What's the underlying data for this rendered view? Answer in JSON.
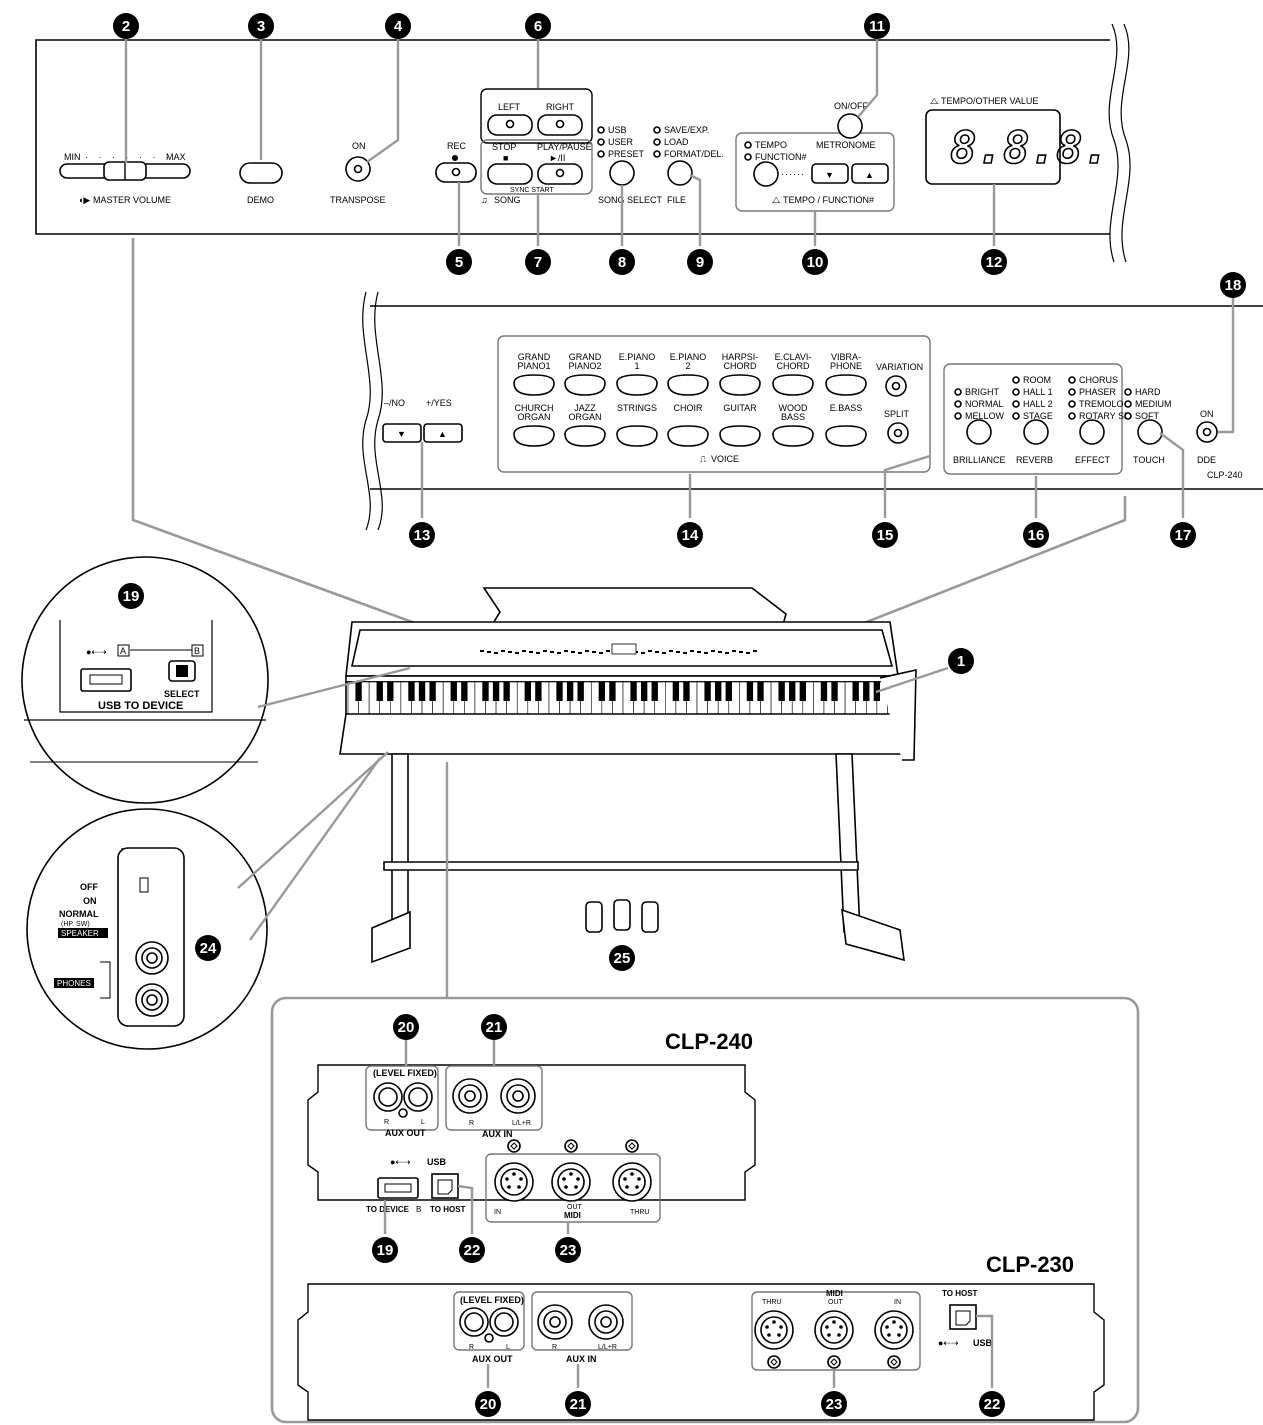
{
  "top_panel": {
    "master_volume": {
      "min": "MIN",
      "max": "MAX",
      "label": "MASTER VOLUME"
    },
    "demo": "DEMO",
    "transpose": {
      "on": "ON",
      "label": "TRANSPOSE"
    },
    "rec": "REC",
    "part": {
      "left": "LEFT",
      "right": "RIGHT"
    },
    "song": {
      "stop": "STOP",
      "play_pause": "PLAY/PAUSE",
      "sync_start": "SYNC START",
      "label": "SONG"
    },
    "song_select": {
      "usb": "USB",
      "user": "USER",
      "preset": "PRESET",
      "label": "SONG SELECT"
    },
    "file": {
      "save": "SAVE/EXP.",
      "load": "LOAD",
      "format": "FORMAT/DEL.",
      "label": "FILE"
    },
    "tempo_function": {
      "tempo": "TEMPO",
      "function": "FUNCTION#",
      "label": "TEMPO / FUNCTION#"
    },
    "metronome": {
      "on_off": "ON/OFF",
      "label": "METRONOME"
    },
    "display": {
      "label": "TEMPO/OTHER VALUE",
      "digits": "8.8.8."
    }
  },
  "voice_panel": {
    "no_yes": {
      "no": "–/NO",
      "yes": "+/YES"
    },
    "voices_row1": [
      "GRAND PIANO1",
      "GRAND PIANO2",
      "E.PIANO 1",
      "E.PIANO 2",
      "HARPSI-CHORD",
      "E.CLAVI-CHORD",
      "VIBRA-PHONE"
    ],
    "voices_row2": [
      "CHURCH ORGAN",
      "JAZZ ORGAN",
      "STRINGS",
      "CHOIR",
      "GUITAR",
      "WOOD BASS",
      "E.BASS"
    ],
    "variation": "VARIATION",
    "split": "SPLIT",
    "voice_label": "VOICE",
    "brilliance": {
      "options": [
        "BRIGHT",
        "NORMAL",
        "MELLOW"
      ],
      "label": "BRILLIANCE"
    },
    "reverb": {
      "options": [
        "ROOM",
        "HALL 1",
        "HALL 2",
        "STAGE"
      ],
      "label": "REVERB"
    },
    "effect": {
      "options": [
        "CHORUS",
        "PHASER",
        "TREMOLO",
        "ROTARY SP"
      ],
      "label": "EFFECT"
    },
    "touch": {
      "options": [
        "HARD",
        "MEDIUM",
        "SOFT"
      ],
      "label": "TOUCH"
    },
    "dde": {
      "on": "ON",
      "label": "DDE"
    },
    "model": "CLP-240"
  },
  "usb_inset": {
    "port_a": "A",
    "port_b": "B",
    "select": "SELECT",
    "label": "USB TO DEVICE"
  },
  "phones_inset": {
    "off": "OFF",
    "on": "ON",
    "normal": "NORMAL",
    "hp_sw": "(HP. SW)",
    "speaker": "SPEAKER",
    "phones": "PHONES"
  },
  "clp240_rear": {
    "title": "CLP-240",
    "level_fixed": "(LEVEL FIXED)",
    "aux_out": {
      "r": "R",
      "l": "L",
      "label": "AUX OUT"
    },
    "aux_in": {
      "r": "R",
      "l": "L/L+R",
      "label": "AUX IN"
    },
    "usb": "USB",
    "to_device": "TO DEVICE",
    "to_device_b": "B",
    "to_host": "TO HOST",
    "midi": {
      "in": "IN",
      "out": "OUT",
      "thru": "THRU",
      "label": "MIDI"
    }
  },
  "clp230_rear": {
    "title": "CLP-230",
    "level_fixed": "(LEVEL FIXED)",
    "aux_out": {
      "r": "R",
      "l": "L",
      "label": "AUX OUT"
    },
    "aux_in": {
      "r": "R",
      "l": "L/L+R",
      "label": "AUX IN"
    },
    "midi": {
      "thru": "THRU",
      "out": "OUT",
      "in": "IN",
      "label": "MIDI"
    },
    "to_host": "TO HOST",
    "usb": "USB"
  },
  "callouts": {
    "n1": "1",
    "n2": "2",
    "n3": "3",
    "n4": "4",
    "n5": "5",
    "n6": "6",
    "n7": "7",
    "n8": "8",
    "n9": "9",
    "n10": "10",
    "n11": "11",
    "n12": "12",
    "n13": "13",
    "n14": "14",
    "n15": "15",
    "n16": "16",
    "n17": "17",
    "n18": "18",
    "n19": "19",
    "n20": "20",
    "n21": "21",
    "n22": "22",
    "n23": "23",
    "n24": "24",
    "n25": "25"
  }
}
